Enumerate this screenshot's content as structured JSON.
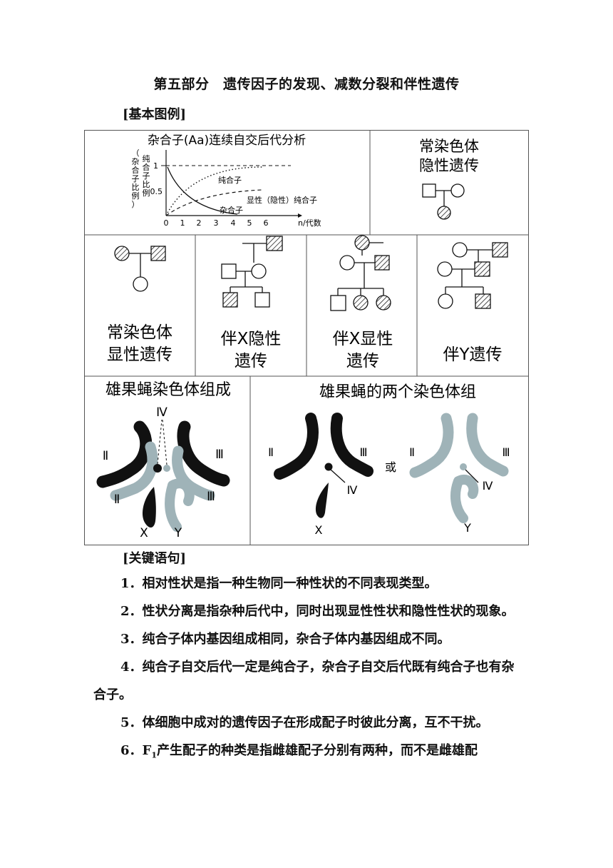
{
  "title": "第五部分　遗传因子的发现、减数分裂和伴性遗传",
  "section_figures": "[基本图例]",
  "graph": {
    "title": "杂合子(Aa)连续自交后代分析",
    "ylabel": "（杂合子比例）纯合子比例",
    "yticks": [
      "1",
      "0.5"
    ],
    "xticks": [
      "0",
      "1",
      "2",
      "3",
      "4",
      "5",
      "6"
    ],
    "xlabel": "n/代数",
    "curve_labels": [
      "纯合子",
      "显性（隐性）纯合子",
      "杂合子"
    ]
  },
  "pedigrees": {
    "autosomal_recessive": {
      "line1": "常染色体",
      "line2": "隐性遗传"
    },
    "autosomal_dominant": {
      "line1": "常染色体",
      "line2": "显性遗传"
    },
    "x_recessive": {
      "line1": "伴X隐性",
      "line2": "遗传"
    },
    "x_dominant": {
      "line1": "伴X显性",
      "line2": "遗传"
    },
    "y_linked": {
      "line1": "伴Y遗传"
    }
  },
  "fly_karyotype": {
    "title": "雄果蝇染色体组成",
    "labels": [
      "Ⅳ",
      "Ⅱ",
      "Ⅲ",
      "Ⅱ",
      "Ⅲ",
      "X",
      "Y"
    ]
  },
  "fly_sets": {
    "title": "雄果蝇的两个染色体组",
    "labels": [
      "Ⅱ",
      "Ⅲ",
      "Ⅳ",
      "X",
      "或",
      "Ⅱ",
      "Ⅲ",
      "Ⅳ",
      "Y"
    ]
  },
  "section_sentences": "[关键语句]",
  "sentences": [
    "1．相对性状是指一种生物同一种性状的不同表现类型。",
    "2．性状分离是指杂种后代中，同时出现显性性状和隐性性状的现象。",
    "3．纯合子体内基因组成相同，杂合子体内基因组成不同。",
    "4．纯合子自交后代一定是纯合子，杂合子自交后代既有纯合子也有杂合子。",
    "5．体细胞中成对的遗传因子在形成配子时彼此分离，互不干扰。"
  ],
  "sentence6": {
    "pre": "6．F",
    "sub": "1",
    "post": "产生配子的种类是指雌雄配子分别有两种，而不是雌雄配"
  },
  "colors": {
    "hatch": "#222222",
    "gray_chromosome": "#9fb3b8",
    "black_chromosome": "#111111"
  }
}
